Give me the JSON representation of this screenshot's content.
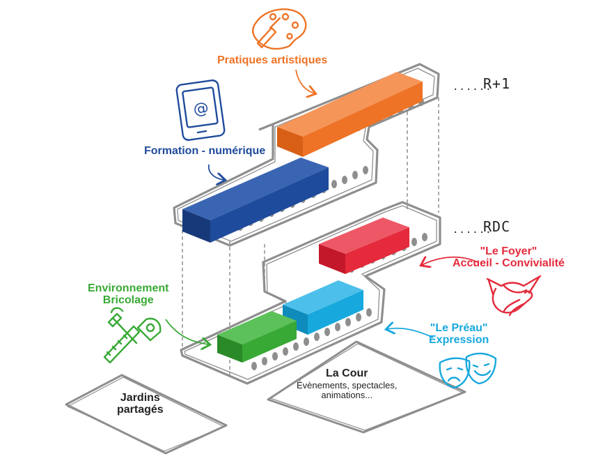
{
  "levels": {
    "upper": "R+1",
    "ground": "RDC"
  },
  "labels": {
    "pratiques": "Pratiques artistiques",
    "formation": "Formation - numérique",
    "environnement": [
      "Environnement",
      "Bricolage"
    ],
    "foyer": [
      "\"Le Foyer\"",
      "Accueil - Convivialité"
    ],
    "preau": [
      "\"Le Préau\"",
      "Expression"
    ],
    "cour_title": "La Cour",
    "cour_sub": [
      "Évènements, spectacles,",
      "animations..."
    ],
    "jardins": [
      "Jardins",
      "partagés"
    ]
  },
  "colors": {
    "orange": "#ee7326",
    "blue": "#1f4b9c",
    "red": "#e42a3b",
    "cyan": "#17a8dd",
    "green": "#38a935",
    "outline": "#9a9a9a",
    "text_dark": "#222222"
  },
  "icons": [
    "palette-icon",
    "tablet-at-icon",
    "hammer-saw-icon",
    "handshake-icon",
    "theater-masks-icon"
  ]
}
